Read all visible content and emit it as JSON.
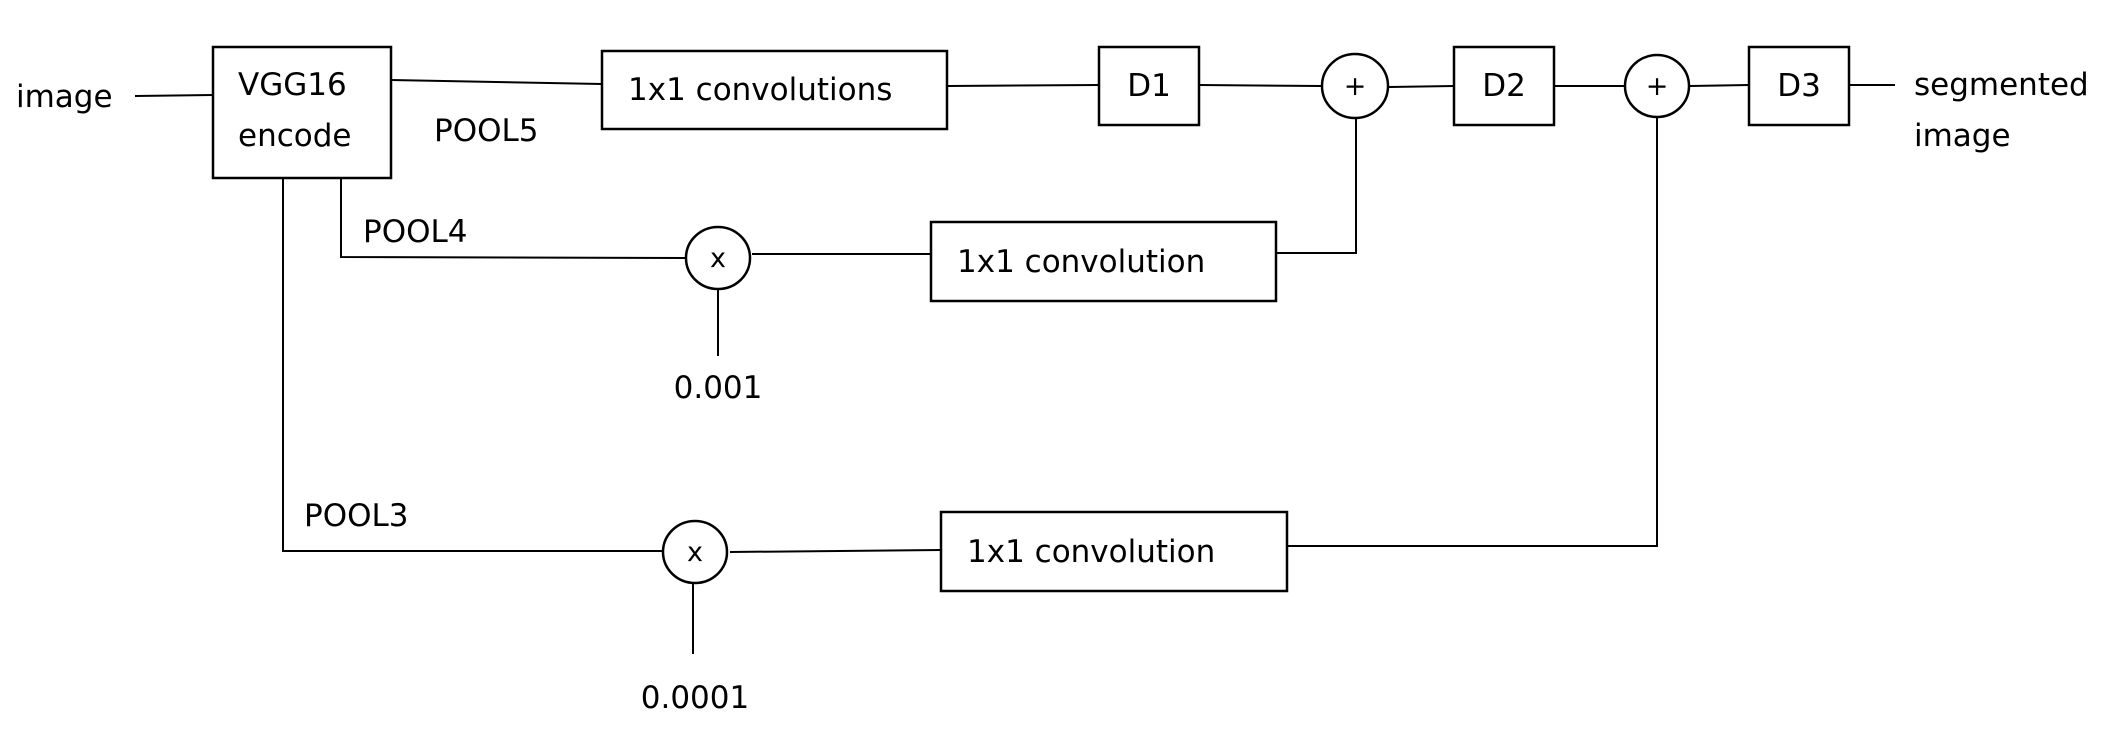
{
  "input_label": "image",
  "encoder": {
    "line1": "VGG16",
    "line2": "encode"
  },
  "pool_labels": {
    "pool5": "POOL5",
    "pool4": "POOL4",
    "pool3": "POOL3"
  },
  "blocks": {
    "conv_main": "1x1 convolutions",
    "conv_pool4": "1x1 convolution",
    "conv_pool3": "1x1 convolution",
    "d1": "D1",
    "d2": "D2",
    "d3": "D3"
  },
  "operators": {
    "add1": "+",
    "add2": "+",
    "mul4": "x",
    "mul3": "x"
  },
  "scales": {
    "pool4": "0.001",
    "pool3": "0.0001"
  },
  "output_label": {
    "line1": "segmented",
    "line2": "image"
  }
}
